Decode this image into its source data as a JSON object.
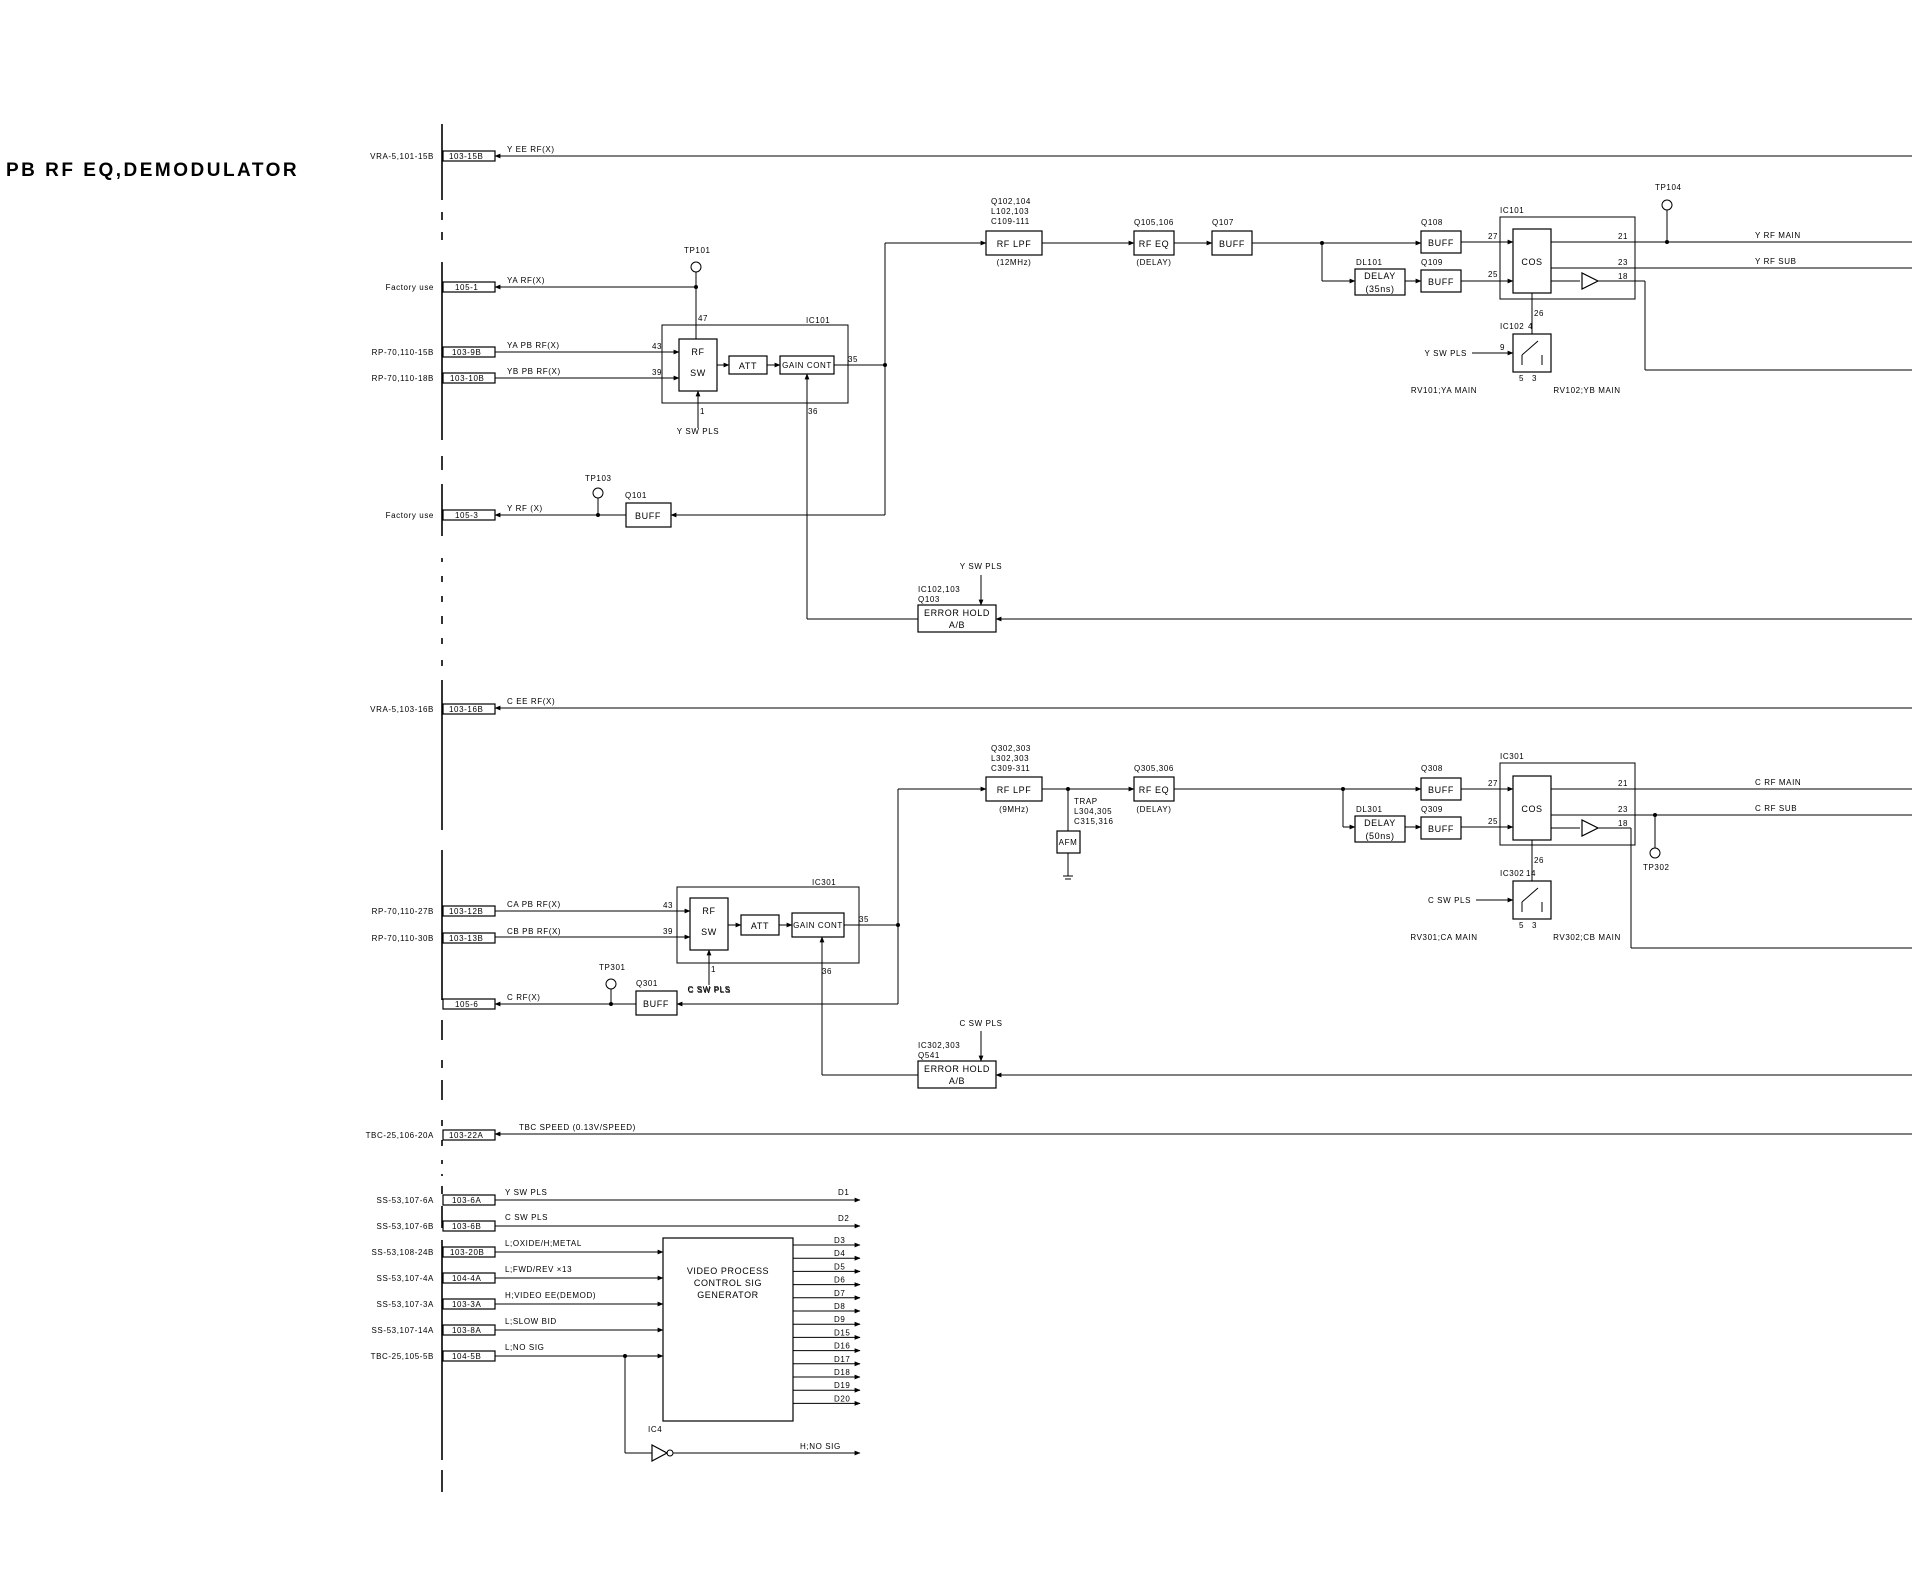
{
  "title": "PB RF EQ,DEMODULATOR",
  "connectors": [
    {
      "id": "c1",
      "src": "VRA-5,101-15B",
      "pin": "103-15B",
      "sig": "Y EE RF(X)"
    },
    {
      "id": "c2",
      "src": "Factory use",
      "pin": "105-1",
      "sig": "YA RF(X)"
    },
    {
      "id": "c3",
      "src": "RP-70,110-15B",
      "pin": "103-9B",
      "sig": "YA PB RF(X)"
    },
    {
      "id": "c4",
      "src": "RP-70,110-18B",
      "pin": "103-10B",
      "sig": "YB PB RF(X)"
    },
    {
      "id": "c5",
      "src": "Factory use",
      "pin": "105-3",
      "sig": "Y RF (X)"
    },
    {
      "id": "c6",
      "src": "VRA-5,103-16B",
      "pin": "103-16B",
      "sig": "C EE RF(X)"
    },
    {
      "id": "c7",
      "src": "RP-70,110-27B",
      "pin": "103-12B",
      "sig": "CA PB RF(X)"
    },
    {
      "id": "c8",
      "src": "RP-70,110-30B",
      "pin": "103-13B",
      "sig": "CB PB RF(X)"
    },
    {
      "id": "c9",
      "src": "",
      "pin": "105-6",
      "sig": "C RF(X)"
    },
    {
      "id": "c10",
      "src": "TBC-25,106-20A",
      "pin": "103-22A",
      "sig": "TBC SPEED (0.13V/SPEED)"
    },
    {
      "id": "c11",
      "src": "SS-53,107-6A",
      "pin": "103-6A",
      "sig": "Y SW PLS"
    },
    {
      "id": "c12",
      "src": "SS-53,107-6B",
      "pin": "103-6B",
      "sig": "C SW PLS"
    },
    {
      "id": "c13",
      "src": "SS-53,108-24B",
      "pin": "103-20B",
      "sig": "L;OXIDE/H;METAL"
    },
    {
      "id": "c14",
      "src": "SS-53,107-4A",
      "pin": "104-4A",
      "sig": "L;FWD/REV ×13"
    },
    {
      "id": "c15",
      "src": "SS-53,107-3A",
      "pin": "103-3A",
      "sig": "H;VIDEO EE(DEMOD)"
    },
    {
      "id": "c16",
      "src": "SS-53,107-14A",
      "pin": "103-8A",
      "sig": "L;SLOW BID"
    },
    {
      "id": "c17",
      "src": "TBC-25,105-5B",
      "pin": "104-5B",
      "sig": "L;NO SIG"
    }
  ],
  "y_chain": {
    "rf_sw": [
      "RF",
      "SW"
    ],
    "att": "ATT",
    "gain_cont": "GAIN CONT",
    "ic101_top": "IC101",
    "ic101_mid": "IC101",
    "tp101": "TP101",
    "tp103": "TP103",
    "tp104": "TP104",
    "pin47": "47",
    "pin43": "43",
    "pin39": "39",
    "pin1": "1",
    "pin35": "35",
    "pin36": "36",
    "y_sw_pls": "Y SW PLS",
    "q101": "Q101",
    "buff": "BUFF",
    "lpf_ref": [
      "Q102,104",
      "L102,103",
      "C109-111"
    ],
    "lpf": "RF LPF",
    "lpf_freq": "(12MHz)",
    "eq_ref": "Q105,106",
    "eq": "RF EQ",
    "eq_note": "(DELAY)",
    "q107": "Q107",
    "q108": "Q108",
    "q109": "Q109",
    "dl": "DL101",
    "delay": "DELAY",
    "delay_t": "(35ns)",
    "cos": "COS",
    "ic102": "IC102",
    "p27": "27",
    "p25": "25",
    "p21": "21",
    "p23": "23",
    "p18": "18",
    "p26": "26",
    "p4": "4",
    "p9": "9",
    "p5": "5",
    "p3": "3",
    "out_main": "Y RF MAIN",
    "out_sub": "Y RF SUB",
    "rv_a": "RV101;YA MAIN",
    "rv_b": "RV102;YB MAIN",
    "eh_ref": [
      "IC102,103",
      "Q103"
    ],
    "eh": [
      "ERROR HOLD",
      "A/B"
    ],
    "eh_sw": "Y SW PLS"
  },
  "c_chain": {
    "rf_sw": [
      "RF",
      "SW"
    ],
    "att": "ATT",
    "gain_cont": "GAIN CONT",
    "ic301_top": "IC301",
    "ic301_mid": "IC301",
    "tp301": "TP301",
    "tp302": "TP302",
    "pin43": "43",
    "pin39": "39",
    "pin1": "1",
    "pin35": "35",
    "pin36": "36",
    "c_sw_pls": "C SW PLS",
    "q301": "Q301",
    "buff": "BUFF",
    "lpf_ref": [
      "Q302,303",
      "L302,303",
      "C309-311"
    ],
    "lpf": "RF LPF",
    "lpf_freq": "(9MHz)",
    "trap_ref": [
      "TRAP",
      "L304,305",
      "C315,316"
    ],
    "afm": "AFM",
    "eq_ref": "Q305,306",
    "eq": "RF EQ",
    "eq_note": "(DELAY)",
    "q308": "Q308",
    "q309": "Q309",
    "dl": "DL301",
    "delay": "DELAY",
    "delay_t": "(50ns)",
    "cos": "COS",
    "ic302": "IC302",
    "p27": "27",
    "p25": "25",
    "p21": "21",
    "p23": "23",
    "p18": "18",
    "p26": "26",
    "p14": "14",
    "p5": "5",
    "p3": "3",
    "out_main": "C RF MAIN",
    "out_sub": "C RF SUB",
    "rv_a": "RV301;CA MAIN",
    "rv_b": "RV302;CB MAIN",
    "eh_ref": [
      "IC302,303",
      "Q541"
    ],
    "eh": [
      "ERROR HOLD",
      "A/B"
    ],
    "eh_sw": "C SW PLS"
  },
  "ctrl": {
    "gen": [
      "VIDEO PROCESS",
      "CONTROL SIG",
      "GENERATOR"
    ],
    "d_top": [
      "D1",
      "D2"
    ],
    "d_gen": [
      "D3",
      "D4",
      "D5",
      "D6",
      "D7",
      "D8",
      "D9",
      "D15",
      "D16",
      "D17",
      "D18",
      "D19",
      "D20"
    ],
    "ic4": "IC4",
    "no_sig": "H;NO SIG"
  }
}
